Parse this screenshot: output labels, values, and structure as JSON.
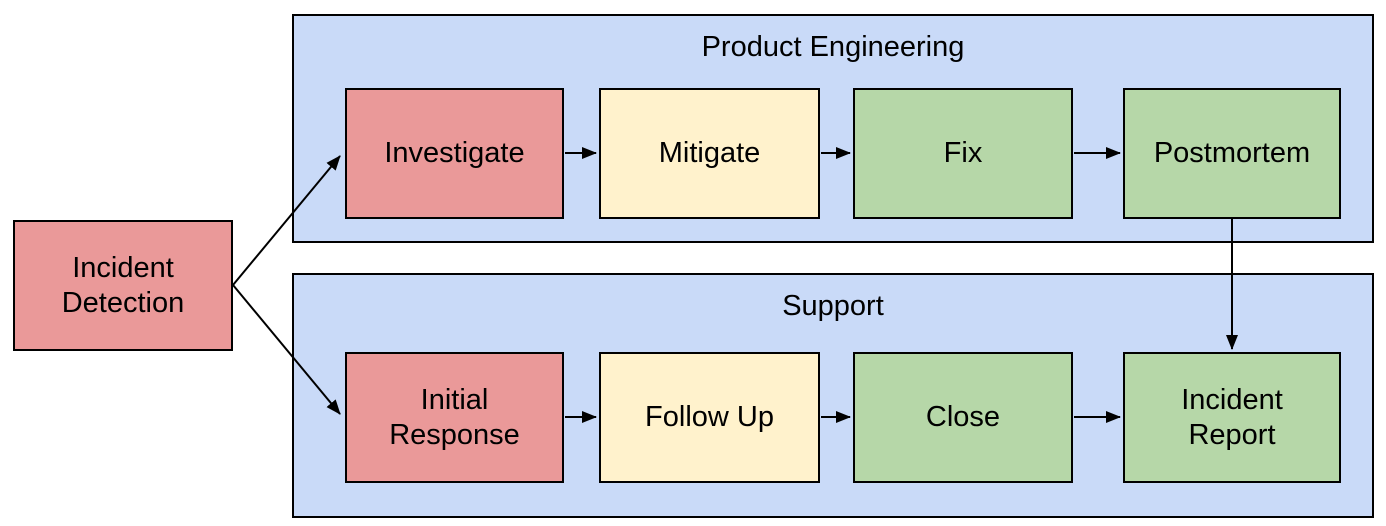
{
  "diagram": {
    "background": "#ffffff",
    "border_color": "#000000",
    "arrow_color": "#000000",
    "lane_fill": "#c9daf8",
    "node_colors": {
      "red": "#ea9999",
      "yellow": "#fff2cc",
      "green": "#b6d7a8"
    },
    "start_node": {
      "label": "Incident\nDetection",
      "fill": "#ea9999"
    },
    "lanes": [
      {
        "title": "Product Engineering",
        "nodes": [
          {
            "label": "Investigate",
            "fill": "#ea9999"
          },
          {
            "label": "Mitigate",
            "fill": "#fff2cc"
          },
          {
            "label": "Fix",
            "fill": "#b6d7a8"
          },
          {
            "label": "Postmortem",
            "fill": "#b6d7a8"
          }
        ]
      },
      {
        "title": "Support",
        "nodes": [
          {
            "label": "Initial\nResponse",
            "fill": "#ea9999"
          },
          {
            "label": "Follow Up",
            "fill": "#fff2cc"
          },
          {
            "label": "Close",
            "fill": "#b6d7a8"
          },
          {
            "label": "Incident\nReport",
            "fill": "#b6d7a8"
          }
        ]
      }
    ],
    "connections": [
      {
        "from": "Incident Detection",
        "to": "Investigate"
      },
      {
        "from": "Incident Detection",
        "to": "Initial Response"
      },
      {
        "from": "Investigate",
        "to": "Mitigate"
      },
      {
        "from": "Mitigate",
        "to": "Fix"
      },
      {
        "from": "Fix",
        "to": "Postmortem"
      },
      {
        "from": "Postmortem",
        "to": "Incident Report"
      },
      {
        "from": "Initial Response",
        "to": "Follow Up"
      },
      {
        "from": "Follow Up",
        "to": "Close"
      },
      {
        "from": "Close",
        "to": "Incident Report"
      }
    ]
  }
}
